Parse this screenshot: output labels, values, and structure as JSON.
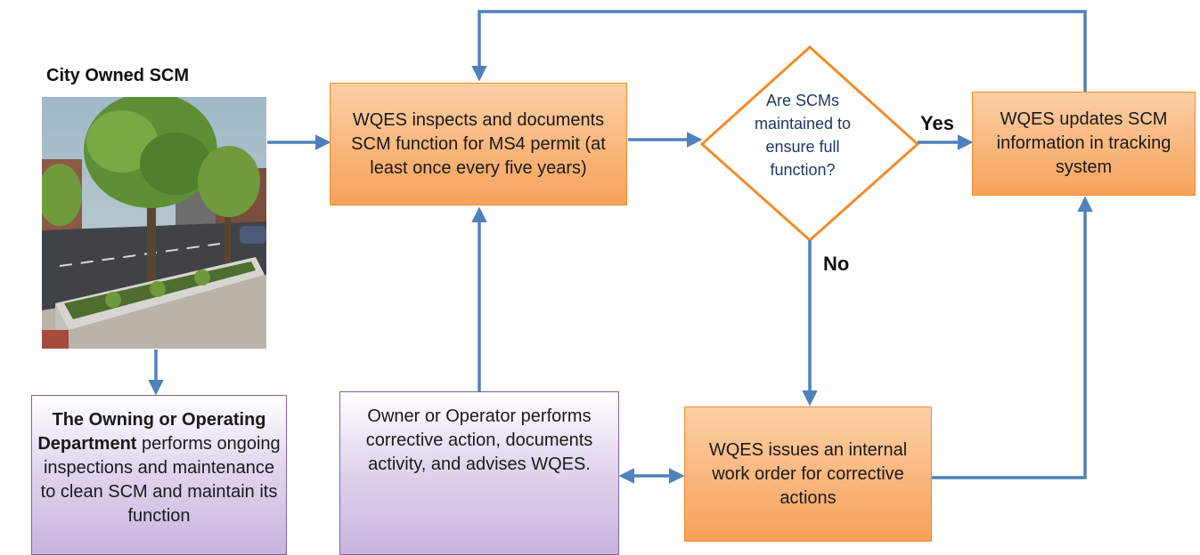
{
  "photo_title": "City Owned SCM",
  "boxes": {
    "inspect": "WQES inspects and documents SCM function for MS4 permit (at least once every five years)",
    "decision": "Are SCMs maintained to ensure full function?",
    "update": "WQES updates SCM information in tracking system",
    "work_order": "WQES issues an internal work order for corrective actions",
    "owner_action": "Owner or Operator performs corrective action, documents activity, and advises WQES.",
    "dept_bold": "The Owning or Operating Department",
    "dept_rest": " performs ongoing inspections and maintenance to clean SCM and maintain its function"
  },
  "labels": {
    "yes": "Yes",
    "no": "No"
  },
  "colors": {
    "arrow": "#4f81bd",
    "orange_border": "#f28c28",
    "purple_border": "#8064a2",
    "decision_text": "#1f3864"
  }
}
